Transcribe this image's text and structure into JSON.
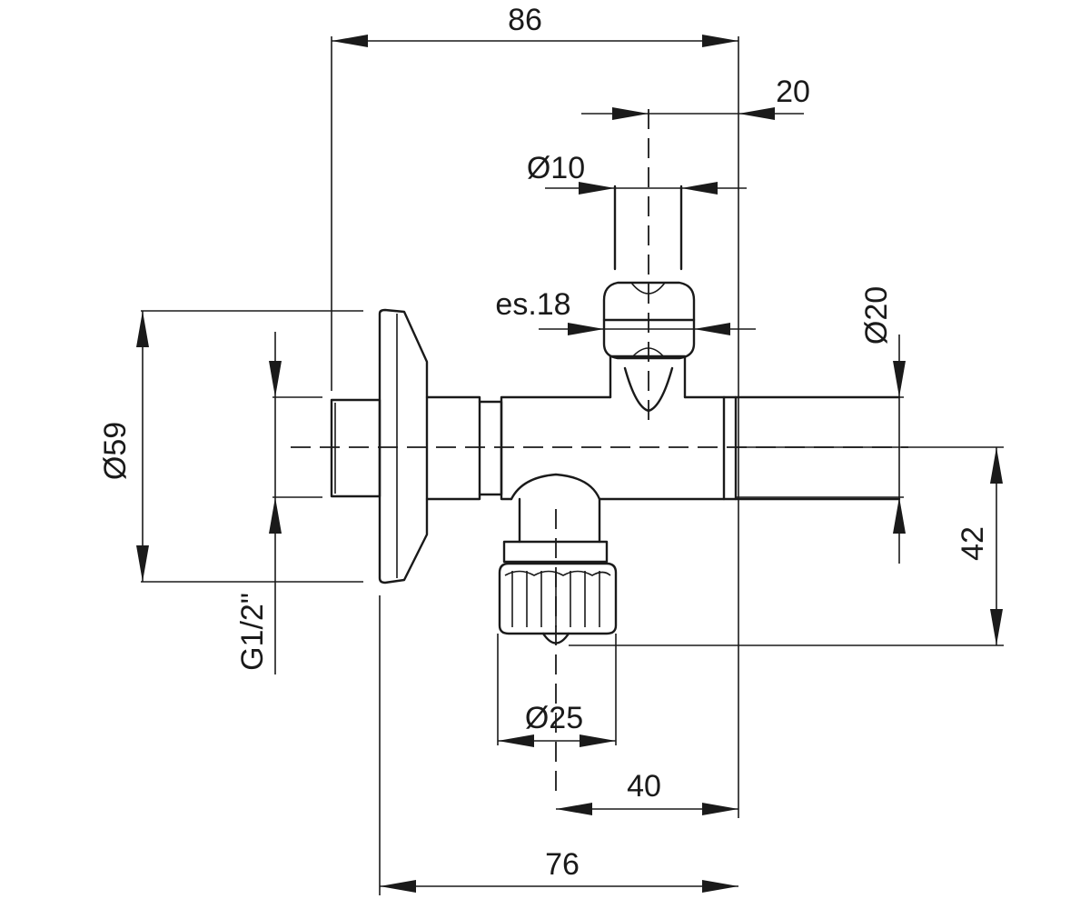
{
  "dimensions": {
    "overall_width": "86",
    "outlet_offset": "20",
    "outlet_diameter": "Ø10",
    "hex_size": "es.18",
    "body_diameter": "Ø20",
    "flange_diameter": "Ø59",
    "thread": "G1/2\"",
    "knob_diameter": "Ø25",
    "knob_offset": "40",
    "height": "42",
    "body_length": "76"
  },
  "colors": {
    "line": "#1a1a1a",
    "background": "#ffffff"
  }
}
